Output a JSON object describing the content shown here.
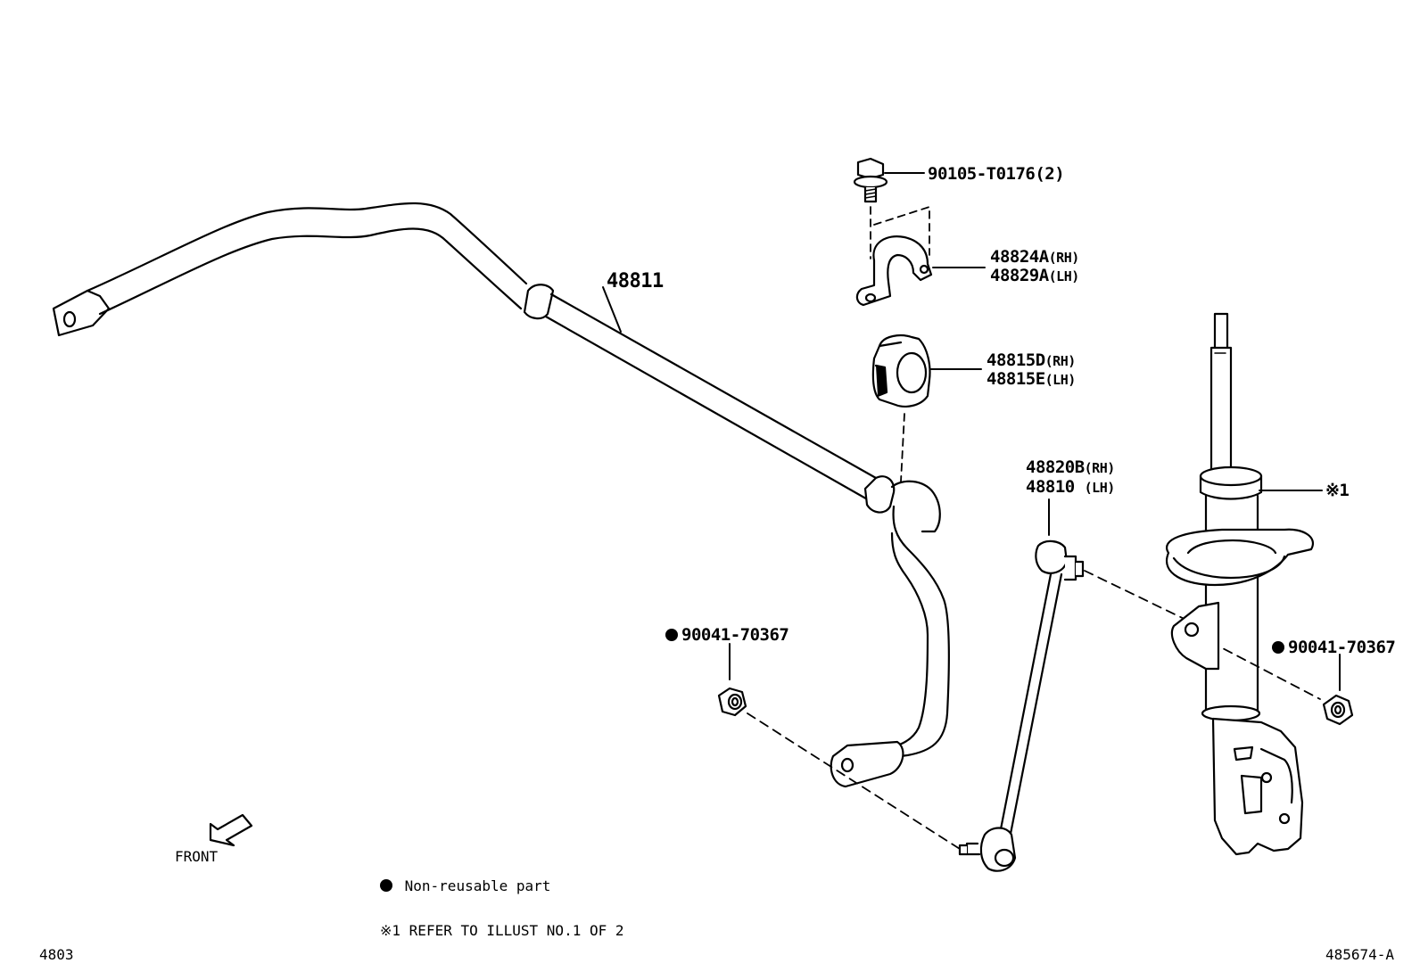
{
  "diagram": {
    "parts": {
      "stabilizer_bar": "48811",
      "bolt": "90105-T0176(2)",
      "bracket_rh": "48824A",
      "bracket_lh": "48829A",
      "bushing_rh": "48815D",
      "bushing_lh": "48815E",
      "link_rh": "48820B",
      "link_lh": "48810",
      "nut_left": "90041-70367",
      "nut_right": "90041-70367",
      "strut_ref": "※1"
    },
    "suffix": {
      "rh": "(RH)",
      "lh": "(LH)"
    },
    "front_label": "FRONT",
    "legend": {
      "non_reusable": "Non-reusable part",
      "refer_note": "※1 REFER TO ILLUST NO.1 OF 2"
    },
    "page_code": "4803",
    "illustration_id": "485674-A"
  }
}
